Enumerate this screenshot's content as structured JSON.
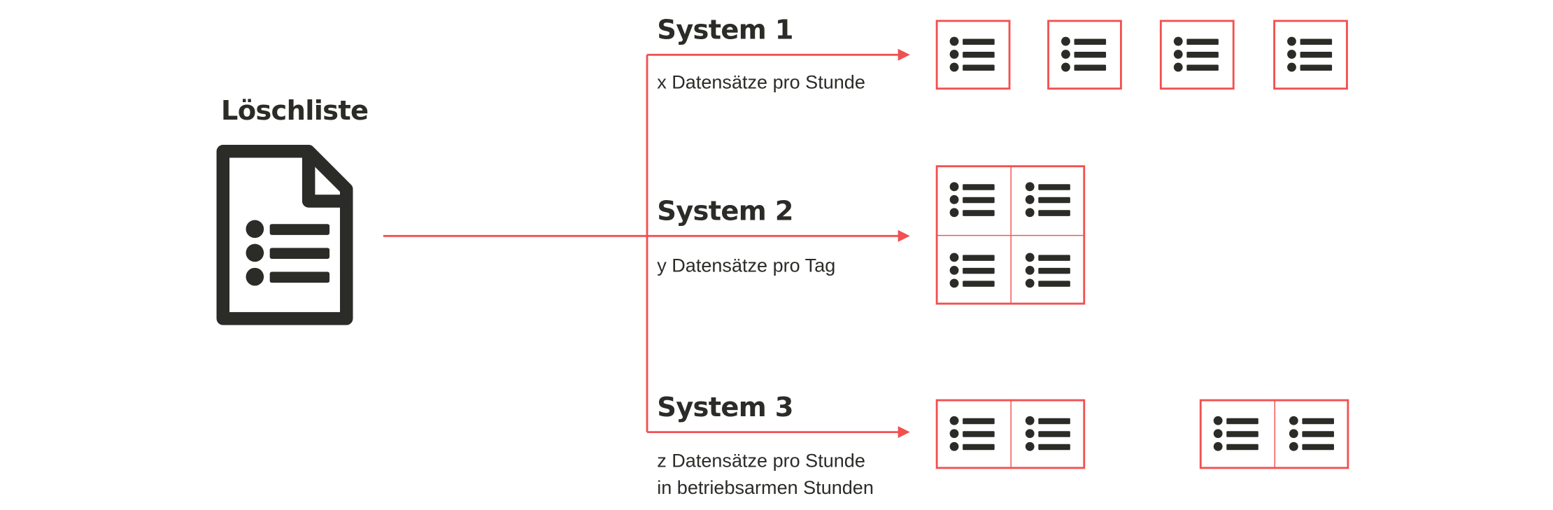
{
  "source": {
    "title": "Löschliste",
    "icon": "document-list-icon"
  },
  "systems": [
    {
      "title": "System 1",
      "lines": [
        "x Datensätze pro Stunde"
      ],
      "batches": [
        1,
        1,
        1,
        1
      ]
    },
    {
      "title": "System 2",
      "lines": [
        "y Datensätze pro Tag"
      ],
      "batches": [
        4
      ]
    },
    {
      "title": "System 3",
      "lines": [
        "z Datensätze pro Stunde",
        "in betriebsarmen Stunden"
      ],
      "batches": [
        2,
        2
      ]
    }
  ],
  "colors": {
    "accent": "#f25050",
    "ink": "#2b2b28"
  }
}
